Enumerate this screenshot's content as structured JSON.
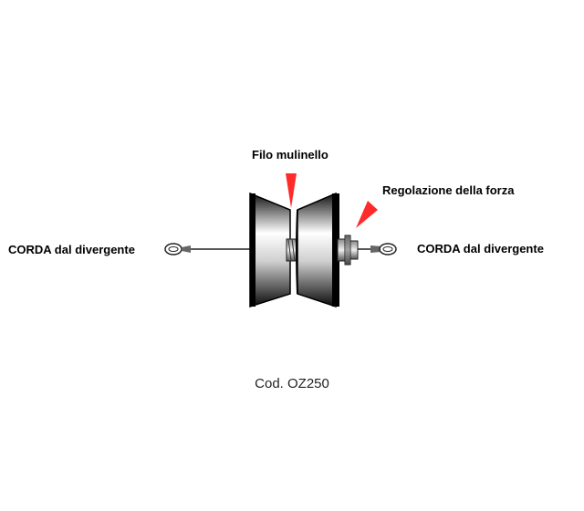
{
  "labels": {
    "top": "Filo mulinello",
    "force": "Regolazione della forza",
    "left": "CORDA dal divergente",
    "right": "CORDA dal divergente"
  },
  "code": "Cod. OZ250",
  "colors": {
    "arrow": "#ff2a2a",
    "body": "#111111"
  }
}
